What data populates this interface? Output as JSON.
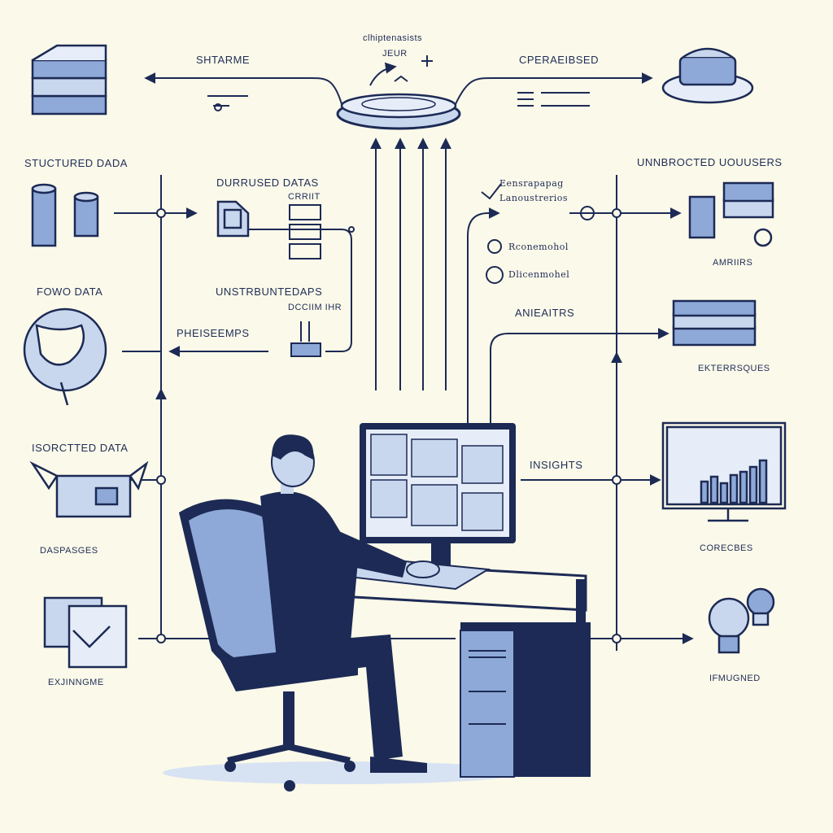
{
  "diagram": {
    "top": {
      "hub_caption_1": "clhiptenasists",
      "hub_caption_2": "JEUR",
      "left_label": "SHTARME",
      "right_label": "CPERAEIBSED"
    },
    "left": {
      "structured": "STUCTURED DADA",
      "durrused": "DURRUSED DATAS",
      "durrused_sub": "CRRIIT",
      "fowo": "FOWO DATA",
      "unstrubunted": "UNSTRBUNTEDAPS",
      "unstrubunted_sub": "DCCIIM IHR",
      "phieseemps": "PHEISEEMPS",
      "sorcted": "ISORCTTED DATA",
      "daspasges": "DASPASGES",
      "exjinngme": "EXJINNGME"
    },
    "right": {
      "unbrocted": "UNNBROCTED UOUUSERS",
      "esnsrapag": "Eensrapapag",
      "lanoustrerios": "Lanoustrerios",
      "rconemohol": "Rconemohol",
      "dlicenmohel": "Dlicenmohel",
      "amriirs": "AMRIIRS",
      "aniearrs": "ANIEAITRS",
      "ekterrsques": "EKTERRSQUES",
      "insights": "INSIGHTS",
      "corecbes": "CORECBES",
      "ifmugned": "IFMUGNED"
    },
    "colors": {
      "ink": "#1c2a55",
      "light_blue": "#8ea9d8",
      "pale_blue": "#c9d7ee",
      "background": "#fbf9e9"
    }
  }
}
